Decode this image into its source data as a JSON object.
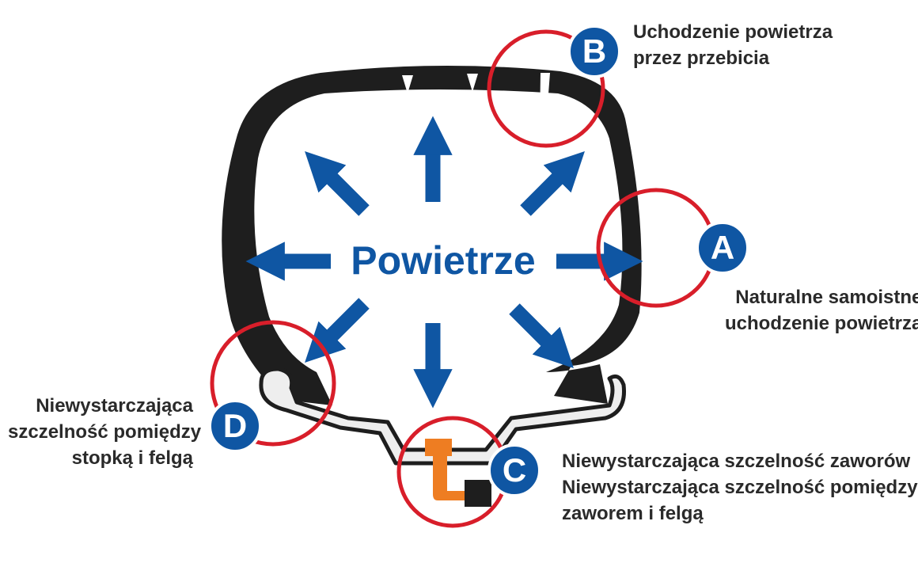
{
  "center_label": "Powietrze",
  "colors": {
    "tire": "#1e1e1e",
    "arrow": "#0f56a3",
    "circle": "#d81e2a",
    "badge": "#0f56a3",
    "valve": "#ee7d22",
    "rim_fill": "#eeeeee",
    "text": "#2a2a2a"
  },
  "markers": [
    {
      "letter": "A",
      "lines": [
        "Naturalne samoistne",
        "uchodzenie powietrza"
      ]
    },
    {
      "letter": "B",
      "lines": [
        "Uchodzenie powietrza",
        "przez przebicia"
      ]
    },
    {
      "letter": "C",
      "lines": [
        "Niewystarczająca szczelność zaworów",
        "Niewystarczająca szczelność pomiędzy",
        "zaworem i felgą"
      ]
    },
    {
      "letter": "D",
      "lines": [
        "Niewystarczająca",
        "szczelność pomiędzy",
        "stopką i felgą"
      ]
    }
  ]
}
